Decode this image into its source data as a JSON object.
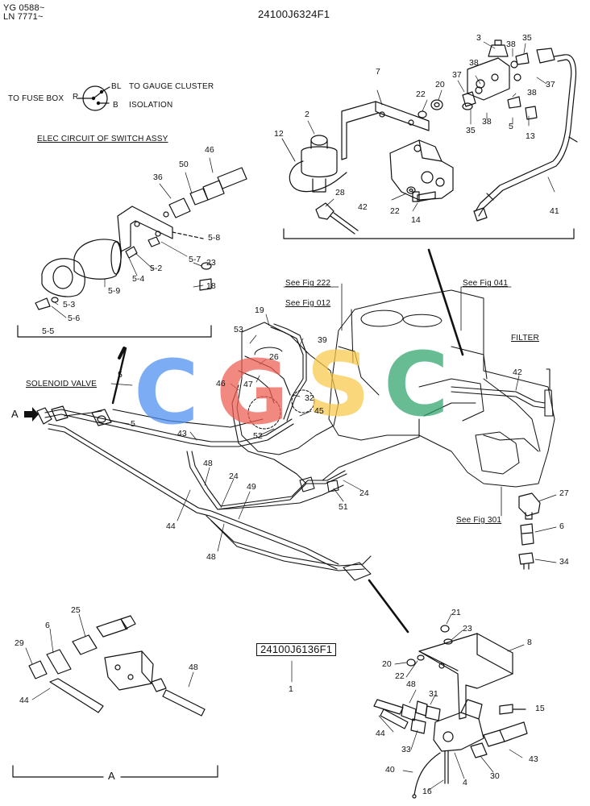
{
  "header": {
    "code_line1": "YG 0588~",
    "code_line2": "LN 7771~",
    "drawing_number": "24100J6324F1"
  },
  "switch_circuit": {
    "to_fuse_box": "TO FUSE BOX",
    "terminal_r": "R",
    "terminal_bl": "BL",
    "terminal_b": "B",
    "to_gauge_cluster": "TO GAUGE CLUSTER",
    "isolation": "ISOLATION",
    "title": "ELEC CIRCUIT OF SWITCH ASSY"
  },
  "references": {
    "see_fig_222": "See Fig 222",
    "see_fig_012": "See Fig 012",
    "see_fig_041": "See Fig 041",
    "see_fig_301": "See Fig 301",
    "filter": "FILTER",
    "solenoid_valve": "SOLENOID VALVE",
    "view_a_arrow": "A",
    "view_a_label": "A",
    "sub_drawing_number": "24100J6136F1",
    "sub_drawing_item": "1"
  },
  "watermark": {
    "letters": [
      "C",
      "G",
      "S",
      "C"
    ],
    "colors": [
      "#4a8ef0",
      "#ee5c50",
      "#f7c948",
      "#2ea36a"
    ]
  },
  "callouts": {
    "top_right": [
      "3",
      "38",
      "35",
      "37",
      "38",
      "20",
      "22",
      "7",
      "37",
      "38",
      "5",
      "13",
      "35",
      "38",
      "2",
      "12",
      "28",
      "22",
      "14",
      "42",
      "41"
    ],
    "top_left": [
      "46",
      "50",
      "36",
      "5-8",
      "5-7",
      "5-2",
      "5-4",
      "23",
      "18",
      "5-9",
      "5-3",
      "5-6",
      "5-5"
    ],
    "center": [
      "19",
      "53",
      "39",
      "26",
      "47",
      "46",
      "32",
      "45",
      "52",
      "5",
      "5",
      "43",
      "48",
      "24",
      "49",
      "44",
      "48",
      "51",
      "24",
      "42",
      "27",
      "6",
      "34"
    ],
    "bottom_left": [
      "25",
      "6",
      "29",
      "44",
      "48"
    ],
    "bottom_right": [
      "21",
      "23",
      "8",
      "20",
      "22",
      "48",
      "31",
      "15",
      "44",
      "33",
      "43",
      "40",
      "16",
      "4",
      "30"
    ]
  }
}
